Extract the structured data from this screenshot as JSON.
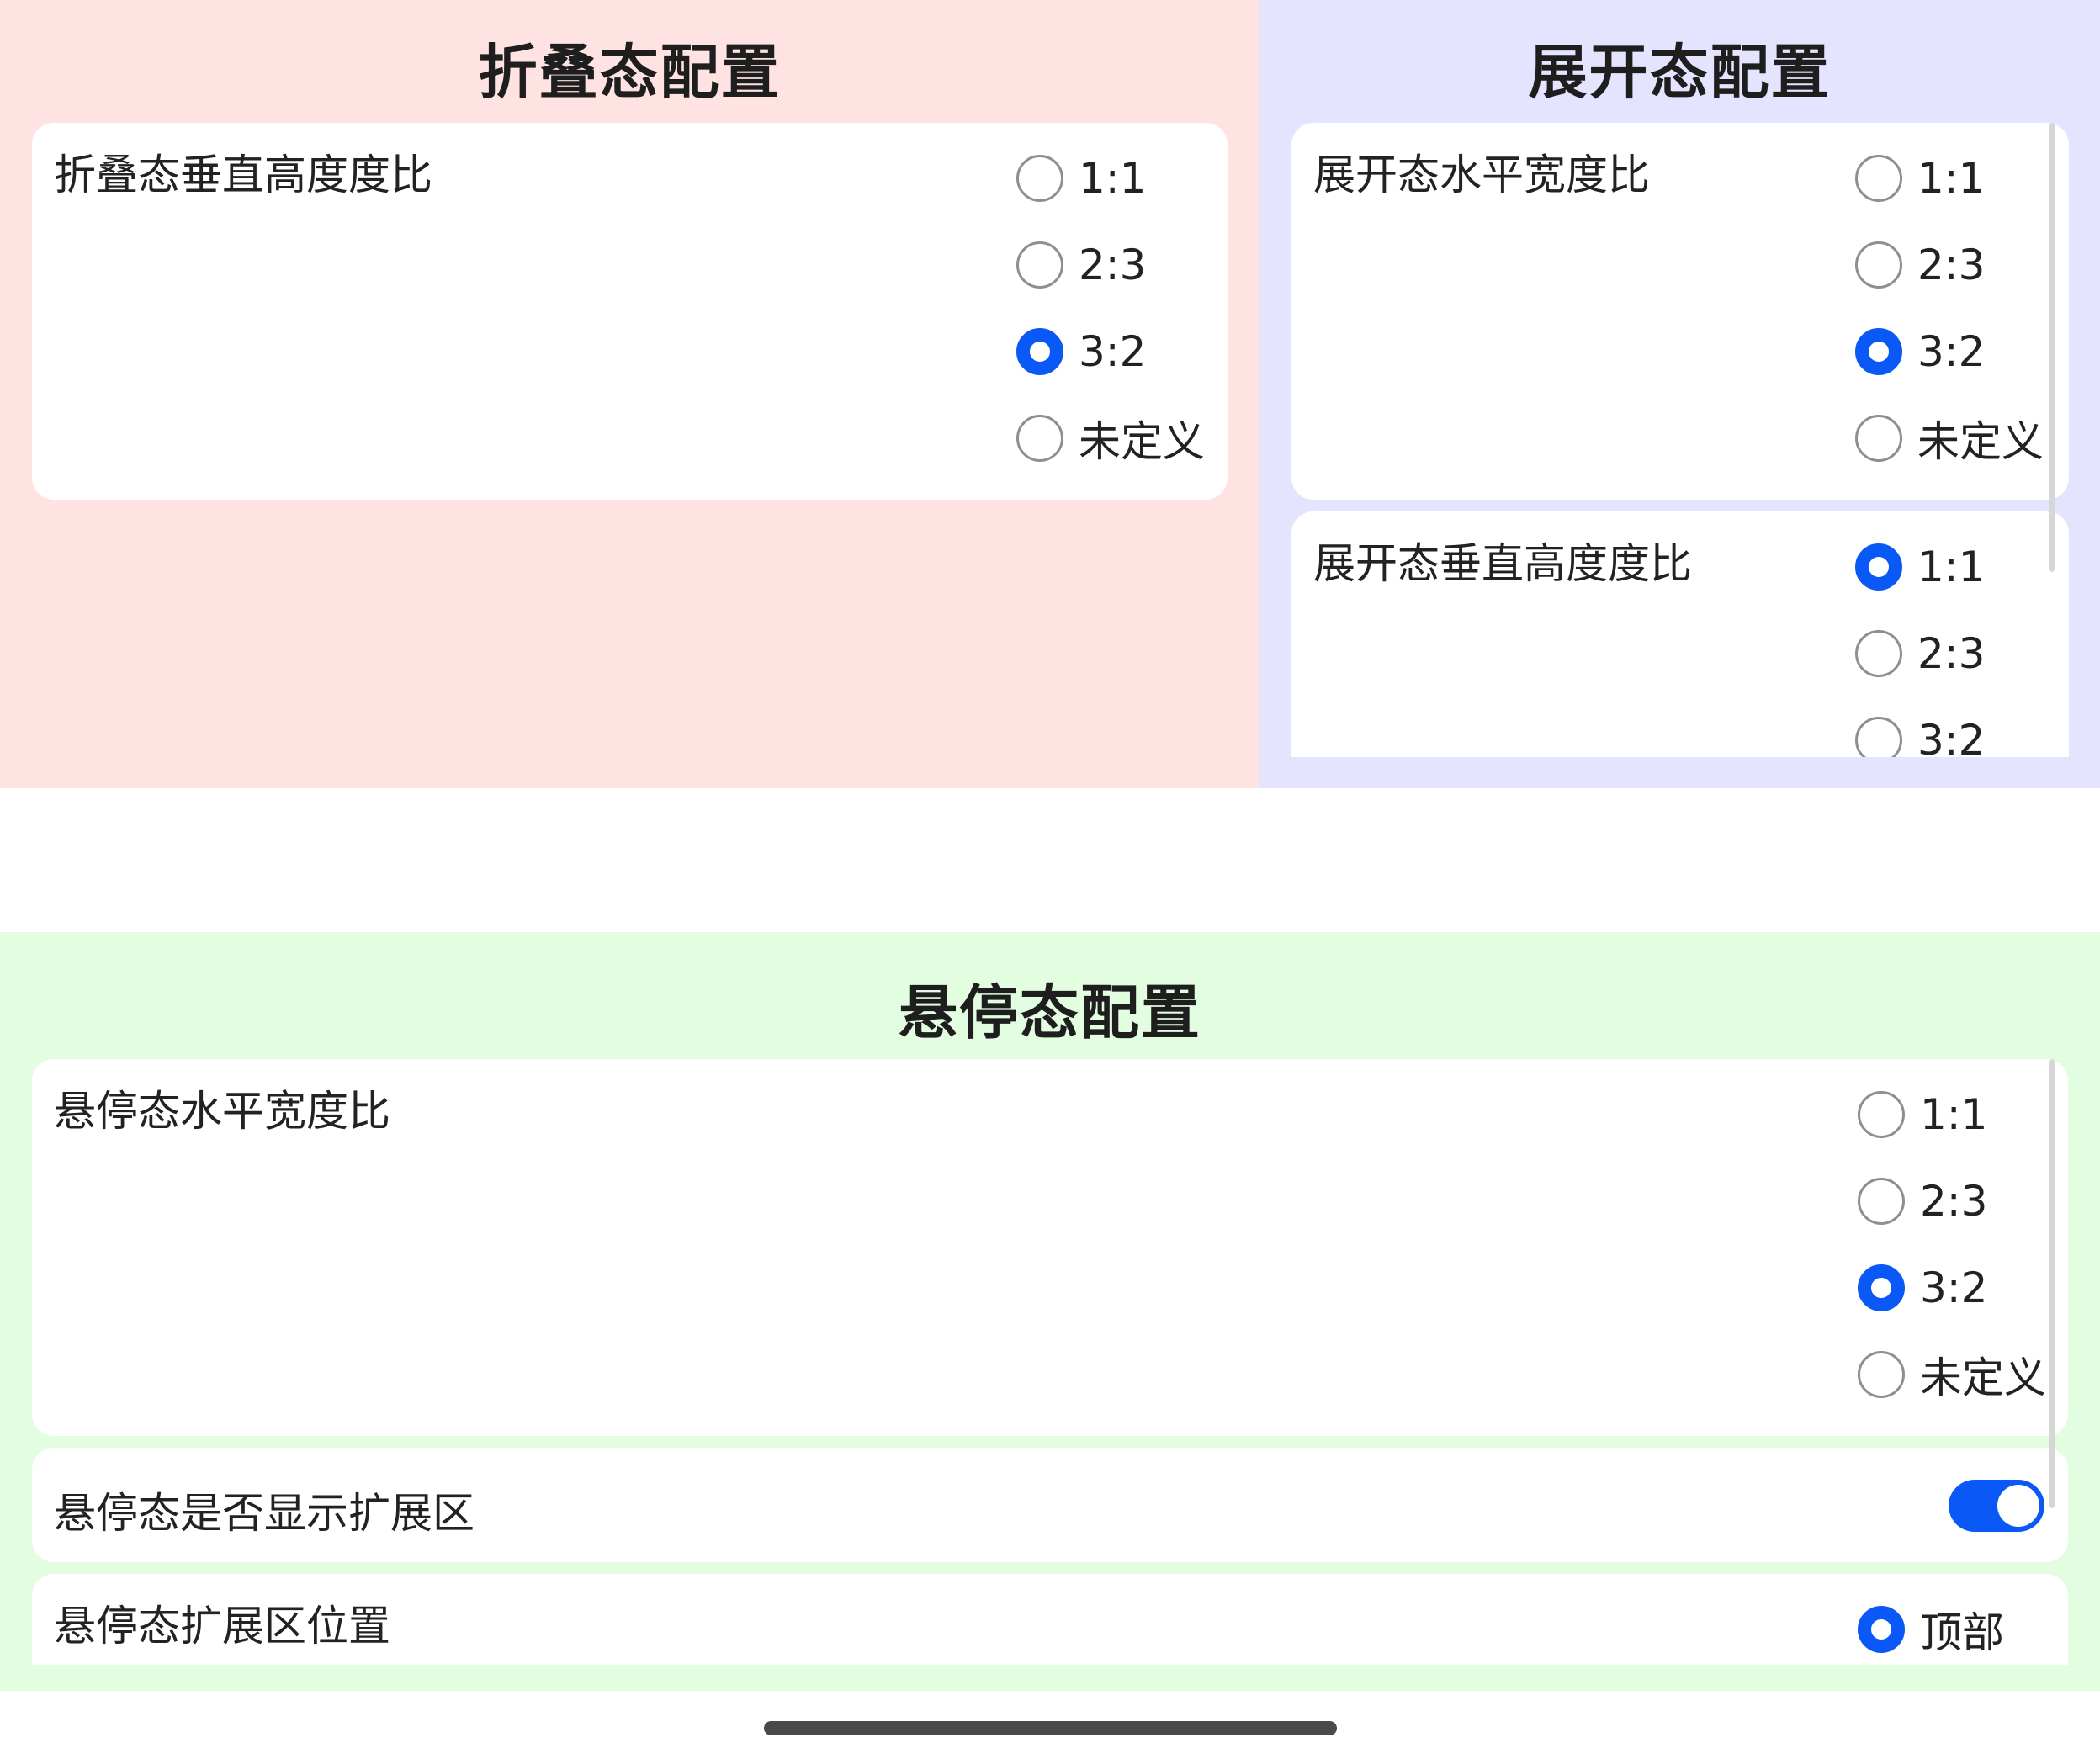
{
  "folded": {
    "title": "折叠态配置",
    "bg_color": "#ffe2e2",
    "vertical_ratio": {
      "label": "折叠态垂直高度度比",
      "options": [
        {
          "label": "1:1",
          "checked": false
        },
        {
          "label": "2:3",
          "checked": false
        },
        {
          "label": "3:2",
          "checked": true
        },
        {
          "label": "未定义",
          "checked": false
        }
      ]
    }
  },
  "expanded": {
    "title": "展开态配置",
    "bg_color": "#e4e4ff",
    "horizontal_ratio": {
      "label": "展开态水平宽度比",
      "options": [
        {
          "label": "1:1",
          "checked": false
        },
        {
          "label": "2:3",
          "checked": false
        },
        {
          "label": "3:2",
          "checked": true
        },
        {
          "label": "未定义",
          "checked": false
        }
      ]
    },
    "vertical_ratio": {
      "label": "展开态垂直高度度比",
      "options": [
        {
          "label": "1:1",
          "checked": true
        },
        {
          "label": "2:3",
          "checked": false
        },
        {
          "label": "3:2",
          "checked": false
        }
      ]
    }
  },
  "hover": {
    "title": "悬停态配置",
    "bg_color": "#e2fde0",
    "horizontal_ratio": {
      "label": "悬停态水平宽度比",
      "options": [
        {
          "label": "1:1",
          "checked": false
        },
        {
          "label": "2:3",
          "checked": false
        },
        {
          "label": "3:2",
          "checked": true
        },
        {
          "label": "未定义",
          "checked": false
        }
      ]
    },
    "show_extension": {
      "label": "悬停态是否显示扩展区",
      "on": true
    },
    "extension_position": {
      "label": "悬停态扩展区位置",
      "options": [
        {
          "label": "顶部",
          "checked": true
        }
      ]
    }
  },
  "accent_color": "#0a59f7"
}
